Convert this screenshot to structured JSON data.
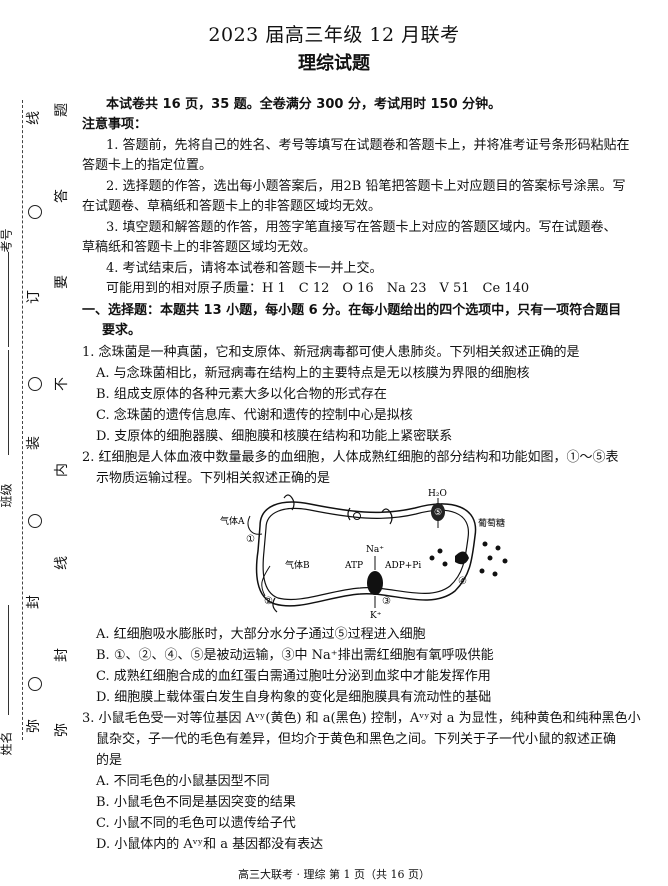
{
  "header": {
    "title": "2023 届高三年级 12 月联考",
    "subtitle": "理综试题"
  },
  "intro": {
    "summary": "本试卷共 16 页，35 题。全卷满分 300 分，考试用时 150 分钟。",
    "notice_heading": "注意事项：",
    "notes": [
      "1. 答题前，先将自己的姓名、考号等填写在试题卷和答题卡上，并将准考证号条形码粘贴在",
      "答题卡上的指定位置。",
      "2. 选择题的作答，选出每小题答案后，用2B 铅笔把答题卡上对应题目的答案标号涂黑。写",
      "在试题卷、草稿纸和答题卡上的非答题区域均无效。",
      "3. 填空题和解答题的作答，用签字笔直接写在答题卡上对应的答题区域内。写在试题卷、",
      "草稿纸和答题卡上的非答题区域均无效。",
      "4. 考试结束后，请将本试卷和答题卡一并上交。",
      "可能用到的相对原子质量：H 1　C 12　O 16　Na 23　V 51　Ce 140"
    ]
  },
  "section1": {
    "heading_line1": "一、选择题：本题共 13 小题，每小题 6 分。在每小题给出的四个选项中，只有一项符合题目",
    "heading_line2": "要求。"
  },
  "q1": {
    "stem": "1. 念珠菌是一种真菌，它和支原体、新冠病毒都可使人患肺炎。下列相关叙述正确的是",
    "options": [
      "A. 与念珠菌相比，新冠病毒在结构上的主要特点是无以核膜为界限的细胞核",
      "B. 组成支原体的各种元素大多以化合物的形式存在",
      "C. 念珠菌的遗传信息库、代谢和遗传的控制中心是拟核",
      "D. 支原体的细胞器膜、细胞膜和核膜在结构和功能上紧密联系"
    ]
  },
  "q2": {
    "stem1": "2. 红细胞是人体血液中数量最多的血细胞，人体成熟红细胞的部分结构和功能如图，①～⑤表",
    "stem2": "示物质运输过程。下列相关叙述正确的是",
    "figure": {
      "labels": {
        "gasA": "气体A",
        "gasB": "气体B",
        "water": "H₂O",
        "glucose": "葡萄糖",
        "na": "Na⁺",
        "atp": "ATP",
        "adp": "ADP+Pi",
        "k": "K⁺",
        "n1": "①",
        "n2": "②",
        "n3": "③",
        "n4": "④",
        "n5": "⑤"
      }
    },
    "options": [
      "A. 红细胞吸水膨胀时，大部分水分子通过⑤过程进入细胞",
      "B. ①、②、④、⑤是被动运输，③中 Na⁺排出需红细胞有氧呼吸供能",
      "C. 成熟红细胞合成的血红蛋白需通过胞吐分泌到血浆中才能发挥作用",
      "D. 细胞膜上载体蛋白发生自身构象的变化是细胞膜具有流动性的基础"
    ]
  },
  "q3": {
    "stem1": "3. 小鼠毛色受一对等位基因 Aᵛʸ(黄色) 和 a(黑色) 控制，Aᵛʸ对 a 为显性，纯种黄色和纯种黑色小",
    "stem2": "鼠杂交，子一代的毛色有差异，但均介于黄色和黑色之间。下列关于子一代小鼠的叙述正确",
    "stem3": "的是",
    "options": [
      "A. 不同毛色的小鼠基因型不同",
      "B. 小鼠毛色不同是基因突变的结果",
      "C. 小鼠不同的毛色可以遗传给子代",
      "D. 小鼠体内的 Aᵛʸ和 a 基因都没有表达"
    ]
  },
  "footer": {
    "text": "高三大联考 · 理综 第 1 页（共 16 页）"
  },
  "binding_margin": {
    "inner_chars": [
      "题",
      "答",
      "要",
      "不",
      "内",
      "线",
      "封",
      "弥"
    ],
    "outer_chars": [
      "线",
      "订",
      "装",
      "封",
      "弥"
    ],
    "fields": [
      "考号",
      "班级",
      "姓名"
    ]
  }
}
